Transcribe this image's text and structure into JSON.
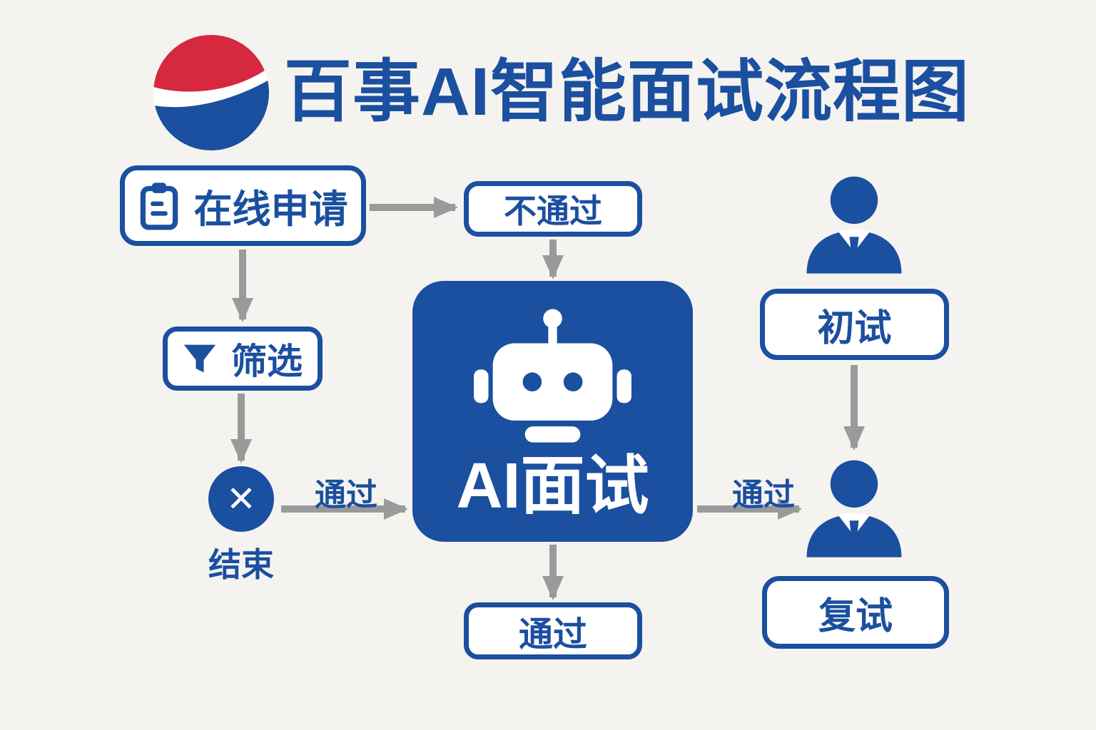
{
  "page": {
    "title": "百事AI智能面试流程图"
  },
  "logo": {
    "name": "pepsi-logo"
  },
  "nodes": {
    "online_application": {
      "label": "在线申请",
      "icon": "clipboard-icon"
    },
    "not_pass": {
      "label": "不通过"
    },
    "screening": {
      "label": "筛选",
      "icon": "funnel-icon"
    },
    "end": {
      "label": "结束",
      "symbol": "✕"
    },
    "ai_interview": {
      "label": "AI面试",
      "icon": "robot-icon"
    },
    "pass_bottom": {
      "label": "通过"
    },
    "first_interview": {
      "label": "初试",
      "icon": "person-icon"
    },
    "second_interview": {
      "label": "复试",
      "icon": "person-icon"
    }
  },
  "edges": {
    "pass_to_ai": {
      "label": "通过"
    },
    "pass_to_final": {
      "label": "通过"
    }
  },
  "colors": {
    "blue": "#1b4f9f",
    "red": "#d6283f",
    "white": "#ffffff",
    "arrow_gray": "#9a9a9a",
    "background": "#f5f3f0"
  }
}
